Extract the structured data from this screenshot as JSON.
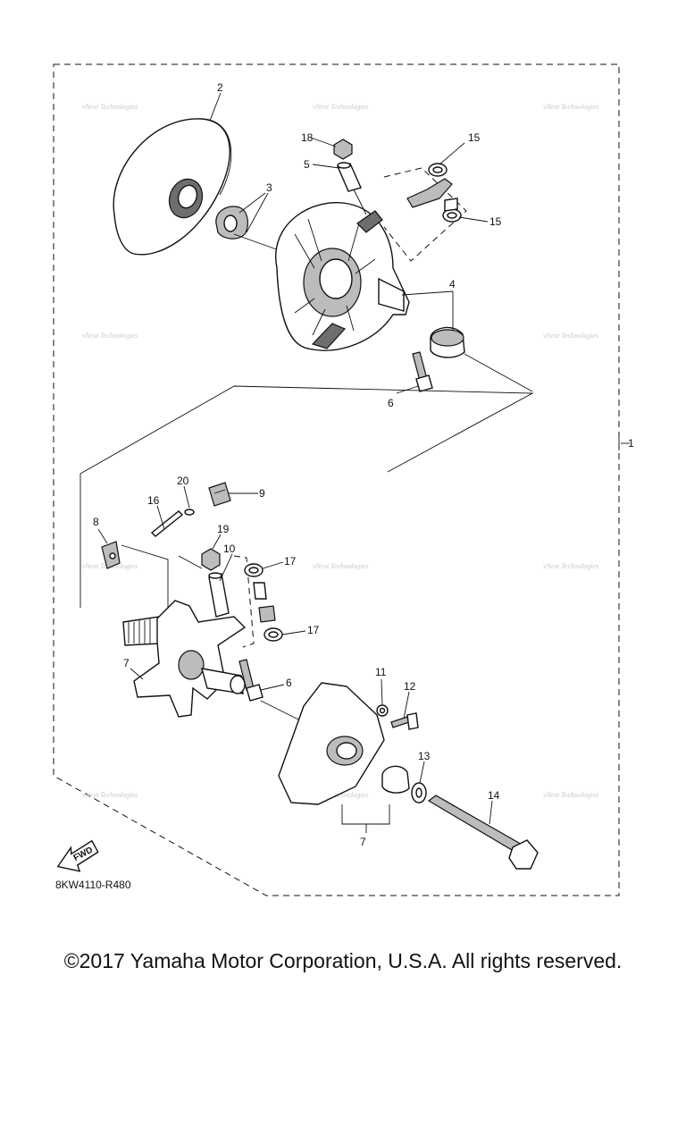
{
  "diagram": {
    "code": "8KW4110-R480",
    "fwd_label": "FWD",
    "watermark": "vNext Technologies",
    "callouts": [
      "1",
      "2",
      "3",
      "4",
      "5",
      "6",
      "6",
      "7",
      "7",
      "8",
      "9",
      "10",
      "11",
      "12",
      "13",
      "14",
      "15",
      "15",
      "16",
      "17",
      "17",
      "18",
      "19",
      "20"
    ]
  },
  "footer": {
    "copyright": "©2017 Yamaha Motor Corporation, U.S.A. All rights reserved."
  }
}
